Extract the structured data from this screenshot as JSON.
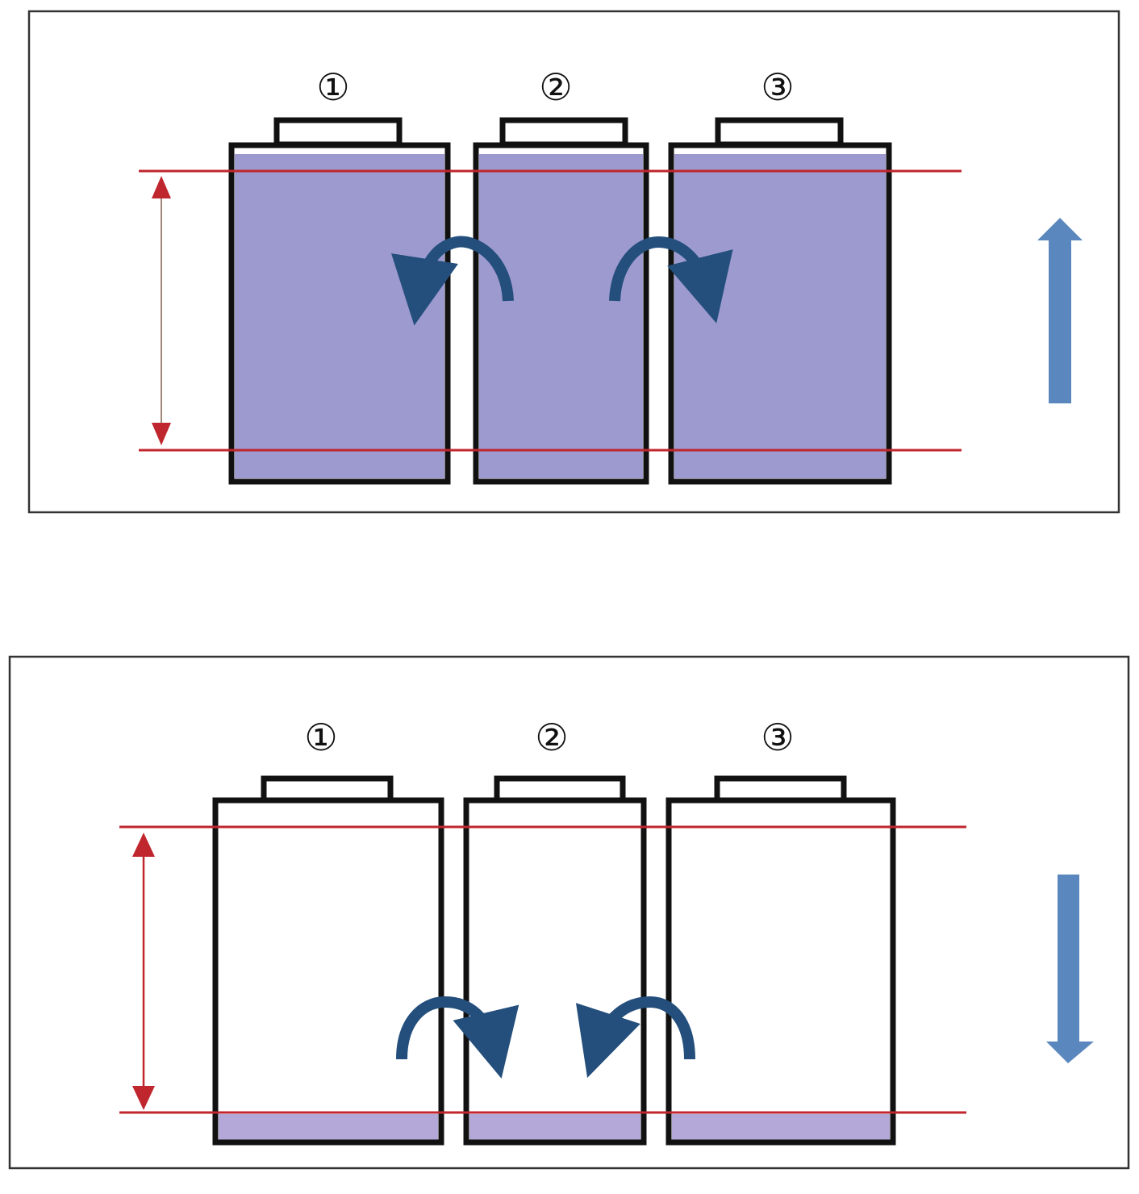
{
  "colors": {
    "frame": "#333333",
    "cell_outline": "#111111",
    "charge_fill": "#9d9acf",
    "level_line": "#c0262e",
    "arrow_blue": "#5a87bd",
    "curve_arrow": "#244f7c"
  },
  "panels": [
    {
      "id": "charging",
      "cell_labels": [
        "①",
        "②",
        "③"
      ],
      "cells_fill": "full",
      "direction": "up"
    },
    {
      "id": "discharging",
      "cell_labels": [
        "①",
        "②",
        "③"
      ],
      "cells_fill": "bottom",
      "direction": "down"
    }
  ]
}
